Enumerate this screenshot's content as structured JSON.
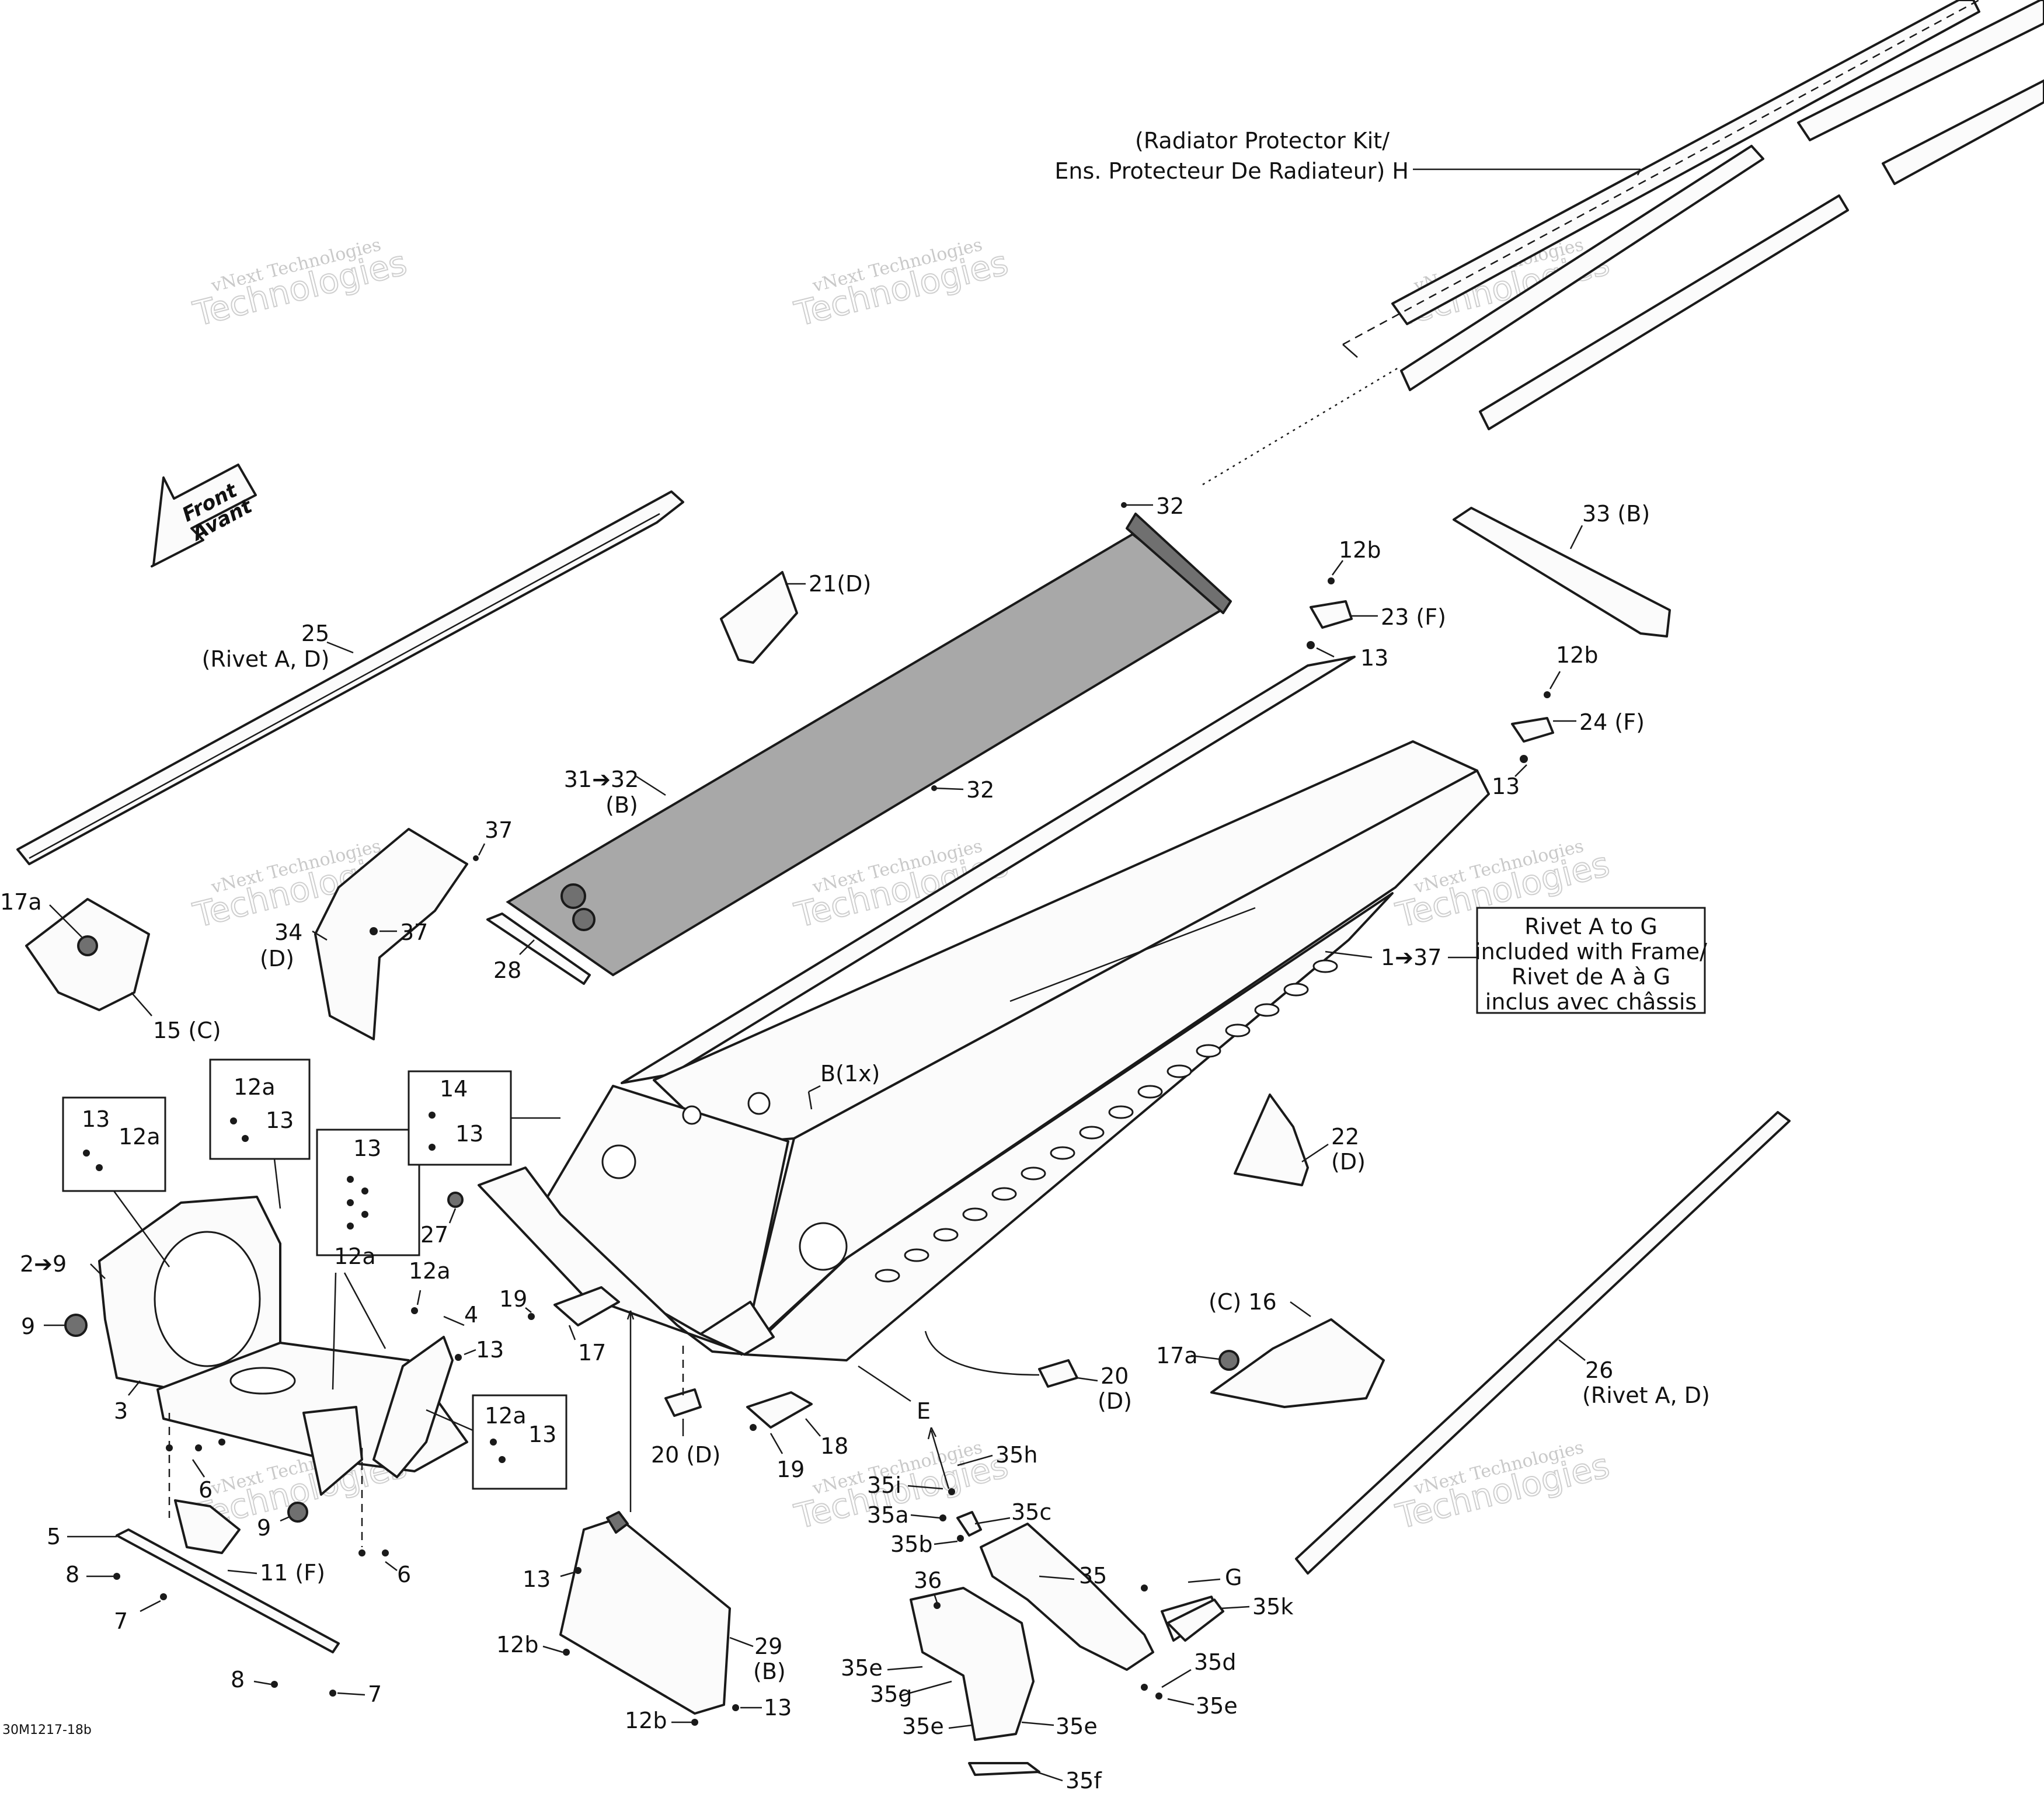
{
  "figure_code": "30M1217-18b",
  "watermark": {
    "line1": "vNext Technologies",
    "line2": "Technologies"
  },
  "front_arrow": {
    "line1": "Front",
    "line2": "Avant"
  },
  "callouts": {
    "radiator_kit_1": "(Radiator Protector Kit/",
    "radiator_kit_2": "Ens. Protecteur De Radiateur)  H",
    "c32_top": "32",
    "c21": "21(D)",
    "c12b_a": "12b",
    "c23": "23 (F)",
    "c13_a": "13",
    "c33": "33 (B)",
    "c12b_b": "12b",
    "c24": "24 (F)",
    "c13_b": "13",
    "c25_1": "25",
    "c25_2": "(Rivet A, D)",
    "c31_1": "31➔32",
    "c31_2": "(B)",
    "c32_mid": "32",
    "c37_a": "37",
    "c37_b": "37",
    "c34_1": "34",
    "c34_2": "(D)",
    "c17a_a": "17a",
    "c15": "15 (C)",
    "c28": "28",
    "frame_note_1": "Rivet A to G",
    "frame_note_2": "included with Frame/",
    "frame_note_3": "Rivet de A à G",
    "frame_note_4": "inclus avec châssis",
    "c1_37": "1➔37",
    "cB1x": "B(1x)",
    "c12a_box1": "12a",
    "c13_box1": "13",
    "c13_box2": "13",
    "c12a_box2": "12a",
    "c14": "14",
    "c13_box3": "13",
    "c13_box4": "13",
    "c12a_box4": "12a",
    "c27": "27",
    "c22_1": "22",
    "c22_2": "(D)",
    "c2_9": "2➔9",
    "c12a_f": "12a",
    "c4": "4",
    "c13_c": "13",
    "c19_a": "19",
    "c17": "17",
    "c16": "(C) 16",
    "c9_a": "9",
    "c17a_b": "17a",
    "c20_r1": "20",
    "c20_r2": "(D)",
    "c3": "3",
    "c12a_box5": "12a",
    "c13_box5": "13",
    "c6_a": "6",
    "c20_l": "20 (D)",
    "cE": "E",
    "c18": "18",
    "c19_b": "19",
    "c26_1": "26",
    "c26_2": "(Rivet A, D)",
    "c35h": "35h",
    "c35i": "35i",
    "c35a": "35a",
    "c35c": "35c",
    "c35b": "35b",
    "c9_b": "9",
    "c5": "5",
    "c11": "11 (F)",
    "c8_a": "8",
    "c6_b": "6",
    "c7_a": "7",
    "c13_d": "13",
    "c36": "36",
    "c35": "35",
    "cG": "G",
    "c35k": "35k",
    "c12b_c": "12b",
    "c29_1": "29",
    "c29_2": "(B)",
    "c35e_a": "35e",
    "c35d": "35d",
    "c35g": "35g",
    "c35e_b": "35e",
    "c8_b": "8",
    "c7_b": "7",
    "c12b_d": "12b",
    "c13_e": "13",
    "c35e_c": "35e",
    "c35e_d": "35e",
    "c35f": "35f"
  }
}
